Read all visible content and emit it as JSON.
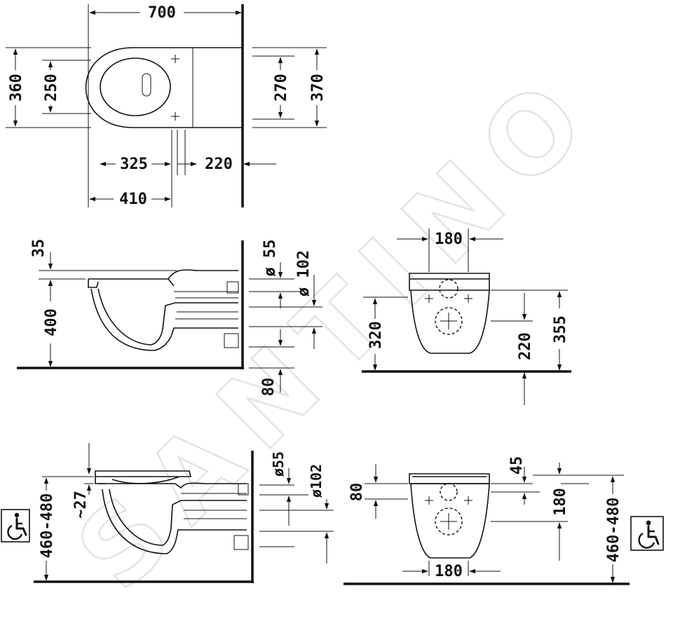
{
  "watermark": "SANTINO",
  "top_view": {
    "total_length": "700",
    "width": "360",
    "bowl_width": "250",
    "fixing_spacing": "270",
    "outer_width": "370",
    "bowl_to_fixing": "325",
    "fixing_to_wall": "220",
    "bowl_centre": "410"
  },
  "side_view": {
    "seat_thickness": "35",
    "rim_height": "400",
    "floor_offset": "80",
    "water_inlet": "ø 55",
    "outlet": "ø 102"
  },
  "front_view": {
    "top_width": "180",
    "inlet_height": "320",
    "outlet_height": "220",
    "total_height": "355"
  },
  "accessible_side": {
    "seat_clearance": "~27",
    "height_range": "460-480",
    "water_inlet": "ø55",
    "outlet": "ø102"
  },
  "accessible_front": {
    "seat_height": "80",
    "seat_offset": "45",
    "outlet_spacing": "180",
    "bottom_width": "180",
    "height_range": "460-480"
  },
  "icons": {
    "left": "wheelchair-icon",
    "right": "wheelchair-icon"
  }
}
